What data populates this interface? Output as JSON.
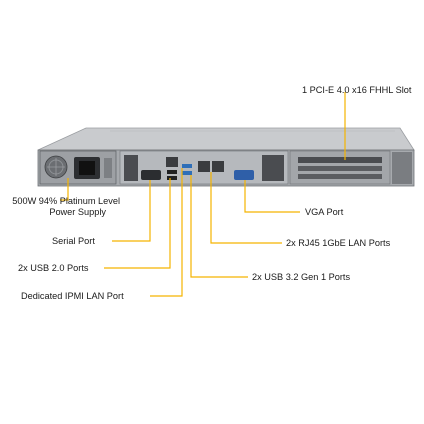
{
  "labels": {
    "pcie": "1 PCI-E 4.0 x16 FHHL Slot",
    "psu_line1": "500W 94% Platinum Level",
    "psu_line2": "Power Supply",
    "serial": "Serial Port",
    "usb2": "2x USB 2.0 Ports",
    "ipmi": "Dedicated IPMI  LAN Port",
    "vga": "VGA Port",
    "rj45": "2x RJ45 1GbE LAN Ports",
    "usb3": "2x USB 3.2 Gen 1 Ports"
  },
  "colors": {
    "leader": "#f5b400",
    "chassis": "#8c8f93",
    "chassis_dark": "#4a4c50",
    "port_blue": "#2f6fb8"
  }
}
